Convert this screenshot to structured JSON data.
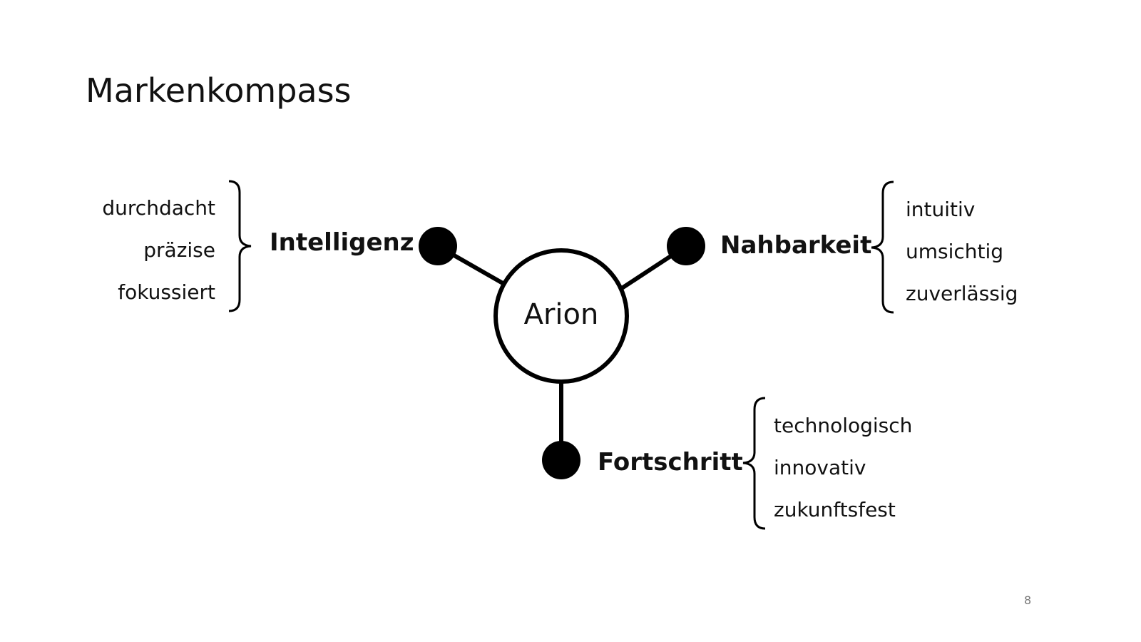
{
  "slide": {
    "title": "Markenkompass",
    "page_number": "8"
  },
  "diagram": {
    "center": "Arion",
    "nodes": [
      {
        "label": "Intelligenz",
        "attributes": [
          "durchdacht",
          "präzise",
          "fokussiert"
        ]
      },
      {
        "label": "Nahbarkeit",
        "attributes": [
          "intuitiv",
          "umsichtig",
          "zuverlässig"
        ]
      },
      {
        "label": "Fortschritt",
        "attributes": [
          "technologisch",
          "innovativ",
          "zukunftsfest"
        ]
      }
    ]
  }
}
